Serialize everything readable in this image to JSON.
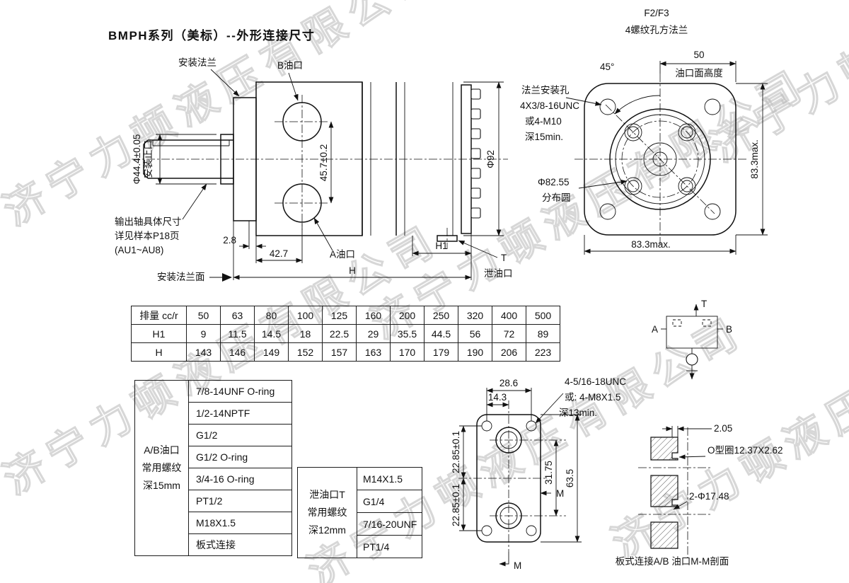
{
  "title": "BMPH系列（美标）--外形连接尺寸",
  "watermark": {
    "text": "济宁力顿液压有限公司"
  },
  "side_view": {
    "mounting_flange_label": "安装法兰",
    "b_port_label": "B油口",
    "shaft_dia": "Φ44.4±0.05",
    "spigot_label": "安装止口",
    "port_spacing": "45.7±0.2",
    "shaft_note_line1": "输出轴具体尺寸",
    "shaft_note_line2": "详见样本P18页",
    "shaft_note_line3": "(AU1~AU8)",
    "dim_2_8": "2.8",
    "dim_42_7": "42.7",
    "a_port_label": "A油口",
    "dim_h1": "H1",
    "dim_h": "H",
    "flange_face_label": "安装法兰面",
    "drain_label": "泄油口",
    "drain_t": "T",
    "body_dia": "Φ92"
  },
  "flange_view": {
    "code": "F2/F3",
    "subtitle": "4螺纹孔方法兰",
    "angle_45": "45°",
    "dim_50": "50",
    "port_face_height": "油口面高度",
    "mount_hole_line1": "法兰安装孔",
    "mount_hole_line2": "4X3/8-16UNC",
    "mount_hole_line3": "或4-M10",
    "mount_hole_line4": "深15min.",
    "bolt_circle_dia": "Φ82.55",
    "bolt_circle_label": "分布圆",
    "width_max": "83.3max.",
    "height_max": "83.3max."
  },
  "schematic": {
    "t": "T",
    "a": "A",
    "b": "B"
  },
  "displacement_table": {
    "row_labels": [
      "排量 cc/r",
      "H1",
      "H"
    ],
    "displacement": [
      "50",
      "63",
      "80",
      "100",
      "125",
      "160",
      "200",
      "250",
      "320",
      "400",
      "500"
    ],
    "h1": [
      "9",
      "11.5",
      "14.5",
      "18",
      "22.5",
      "29",
      "35.5",
      "44.5",
      "56",
      "72",
      "89"
    ],
    "h": [
      "143",
      "146",
      "149",
      "152",
      "157",
      "163",
      "170",
      "179",
      "190",
      "206",
      "223"
    ]
  },
  "ab_port_table": {
    "header_line1": "A/B油口",
    "header_line2": "常用螺纹",
    "header_line3": "深15mm",
    "threads": [
      "7/8-14UNF O-ring",
      "1/2-14NPTF",
      "G1/2",
      "G1/2 O-ring",
      "3/4-16 O-ring",
      "PT1/2",
      "M18X1.5",
      "板式连接"
    ]
  },
  "drain_port_table": {
    "header_line1": "泄油口T",
    "header_line2": "常用螺纹",
    "header_line3": "深12mm",
    "threads": [
      "M14X1.5",
      "G1/4",
      "7/16-20UNF",
      "PT1/4"
    ]
  },
  "port_face_view": {
    "dim_28_6": "28.6",
    "dim_14_3": "14.3",
    "thread_note_line1": "4-5/16-18UNC",
    "thread_note_line2": "或: 4-M8X1.5",
    "thread_note_line3": "深13min.",
    "dim_31_75": "31.75",
    "dim_22_85_top": "22.85±0.1",
    "dim_22_85_bottom": "22.85±0.1",
    "dim_63_5": "63.5",
    "section_m_right": "M",
    "section_m_bottom": "M"
  },
  "section_view": {
    "dim_2_05": "2.05",
    "oring_label": "O型圈12.37X2.62",
    "hole_label": "2-Φ17.48",
    "caption": "板式连接A/B 油口M-M剖面"
  }
}
